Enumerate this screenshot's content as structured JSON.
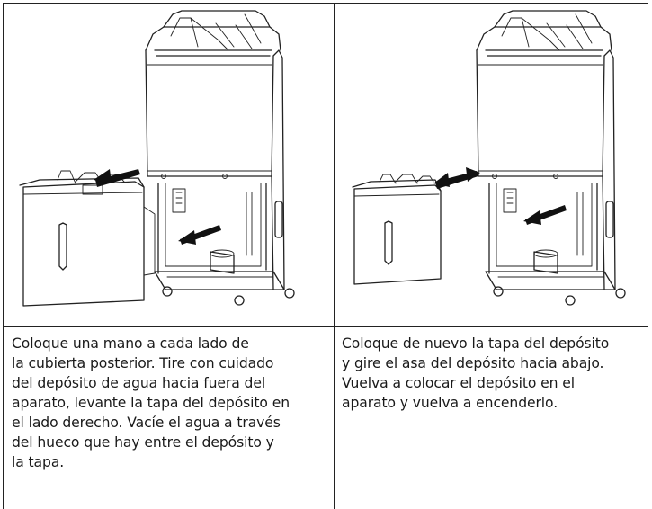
{
  "steps": [
    {
      "figure_icon": "dehumidifier-tank-removal-illustration",
      "lines": [
        "Coloque una mano a cada lado de",
        "la cubierta posterior. Tire con cuidado",
        "del depósito de agua hacia fuera del",
        "aparato, levante la tapa del depósito en",
        "el lado derecho. Vacíe el agua a través",
        "del hueco que hay entre el depósito y",
        "la tapa."
      ]
    },
    {
      "figure_icon": "dehumidifier-tank-insertion-illustration",
      "lines": [
        "Coloque de nuevo la tapa del depósito",
        "y gire el asa del depósito hacia abajo.",
        "Vuelva a colocar el depósito en el",
        "aparato y vuelva a encenderlo."
      ]
    }
  ]
}
